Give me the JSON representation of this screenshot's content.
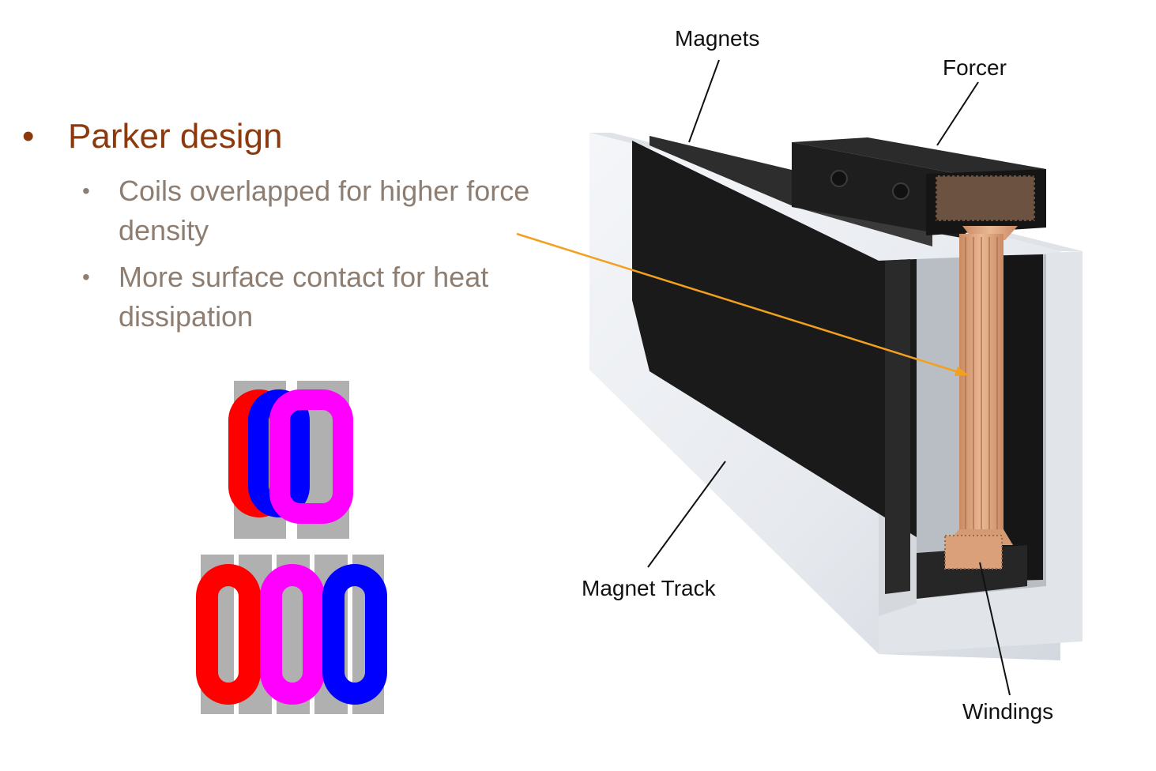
{
  "bullets": {
    "main": "Parker design",
    "subs": [
      "Coils overlapped for higher force density",
      "More surface contact for heat dissipation"
    ],
    "main_color": "#8B3A0E",
    "sub_color": "#8E7E72"
  },
  "labels": {
    "magnets": "Magnets",
    "forcer": "Forcer",
    "magnet_track": "Magnet Track",
    "windings": "Windings"
  },
  "colors": {
    "coil_red": "#ff0000",
    "coil_blue": "#0000ff",
    "coil_magenta": "#ff00ff",
    "gap_gray": "#b0b0b0",
    "arrow_orange": "#f2a020",
    "winding_copper": "#d9a07a"
  }
}
